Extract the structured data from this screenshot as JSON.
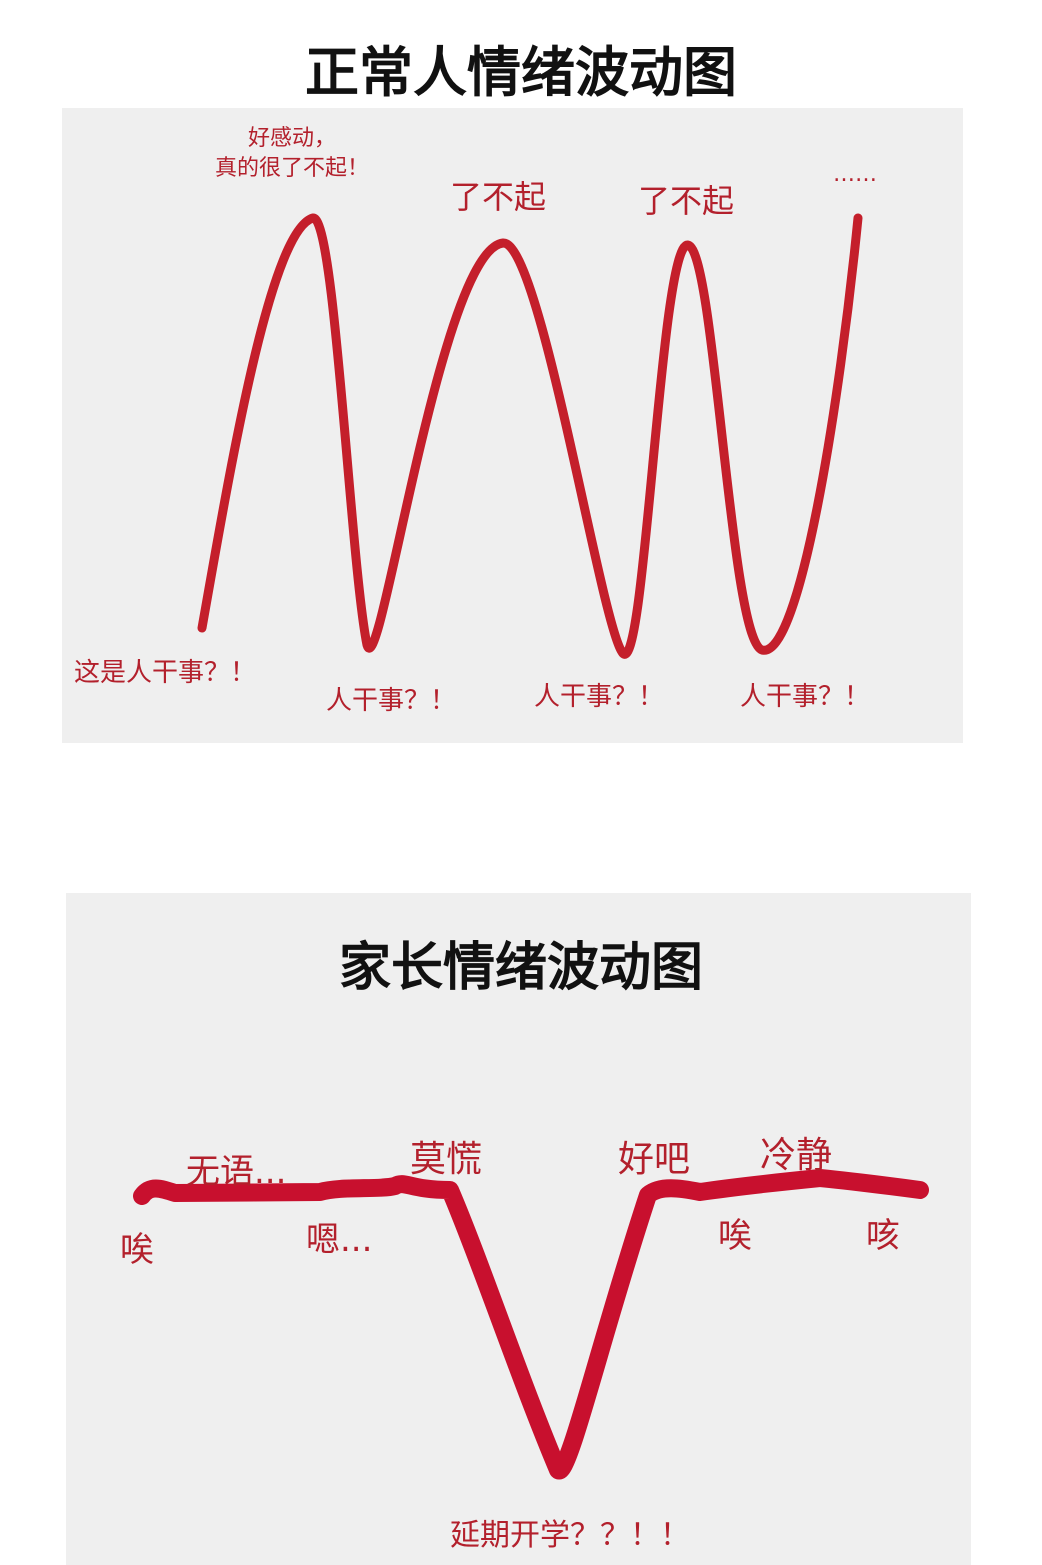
{
  "top_chart": {
    "title": "正常人情绪波动图",
    "line_color": "#c41f2b",
    "labels": {
      "peak1_line1": "好感动，",
      "peak1_line2": "真的很了不起！",
      "peak2": "了不起",
      "peak3": "了不起",
      "peak4": "……",
      "trough0": "这是人干事？！",
      "trough1": "人干事？！",
      "trough2": "人干事？！",
      "trough3": "人干事？！"
    }
  },
  "bottom_chart": {
    "title": "家长情绪波动图",
    "line_color": "#c8102e",
    "labels": {
      "sigh1": "唉",
      "speechless": "无语...",
      "hmm": "嗯...",
      "dont_panic": "莫慌",
      "fine": "好吧",
      "calm": "冷静",
      "sigh2": "唉",
      "cough": "咳",
      "bottom": "延期开学？？！！"
    }
  }
}
